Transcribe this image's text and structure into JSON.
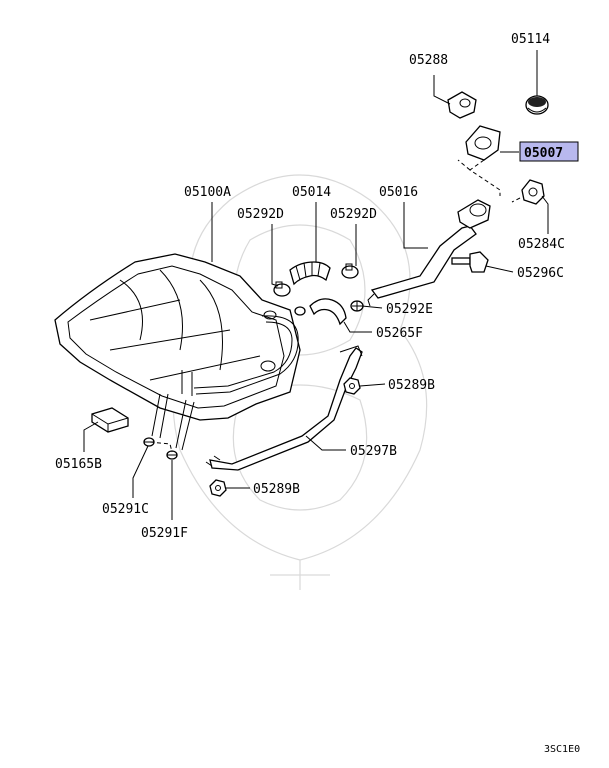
{
  "labels": {
    "p05288": "05288",
    "p05114": "05114",
    "p05007": "05007",
    "p05100A": "05100A",
    "p05014": "05014",
    "p05016": "05016",
    "p05292D_left": "05292D",
    "p05292D_right": "05292D",
    "p05284C": "05284C",
    "p05296C": "05296C",
    "p05292E": "05292E",
    "p05265F": "05265F",
    "p05289B_upper": "05289B",
    "p05297B": "05297B",
    "p05165B": "05165B",
    "p05289B_lower": "05289B",
    "p05291C": "05291C",
    "p05291F": "05291F"
  },
  "highlight_color": "#b8b8ee",
  "diagram_code": "3SC1E0"
}
